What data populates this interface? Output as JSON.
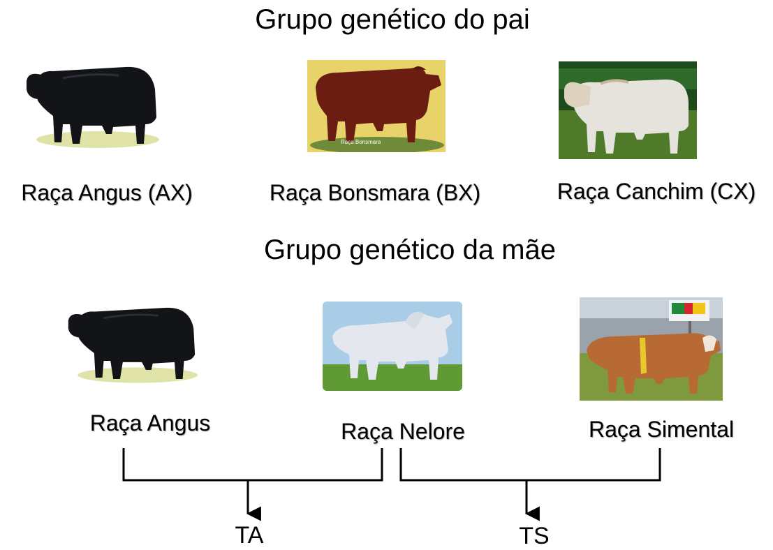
{
  "sire_group": {
    "title": "Grupo genético do pai",
    "breeds": [
      {
        "label": "Raça Angus (AX)",
        "image": "black-angus-bull-photo"
      },
      {
        "label": "Raça Bonsmara (BX)",
        "image": "red-bonsmara-bull-photo",
        "image_caption": "Raça Bonsmara"
      },
      {
        "label": "Raça Canchim (CX)",
        "image": "white-canchim-bull-photo"
      }
    ]
  },
  "dam_group": {
    "title": "Grupo genético da mãe",
    "breeds": [
      {
        "label": "Raça Angus",
        "image": "black-angus-bull-photo"
      },
      {
        "label": "Raça Nelore",
        "image": "white-nelore-bull-photo"
      },
      {
        "label": "Raça Simental",
        "image": "simmental-bull-photo"
      }
    ]
  },
  "crosses": [
    {
      "label": "TA",
      "from": [
        "Raça Angus",
        "Raça Nelore"
      ]
    },
    {
      "label": "TS",
      "from": [
        "Raça Nelore",
        "Raça Simental"
      ]
    }
  ],
  "colors": {
    "text": "#000000",
    "connector": "#000000",
    "angus_coat": "#121417",
    "bonsmara_coat": "#6b1d12",
    "bonsmara_background": "#e8d36a",
    "canchim_coat": "#e6e2dc",
    "nelore_coat": "#e4e8ee",
    "simmental_coat": "#b86a35",
    "grass": "#4f7a2a",
    "sky": "#a9cde6"
  }
}
